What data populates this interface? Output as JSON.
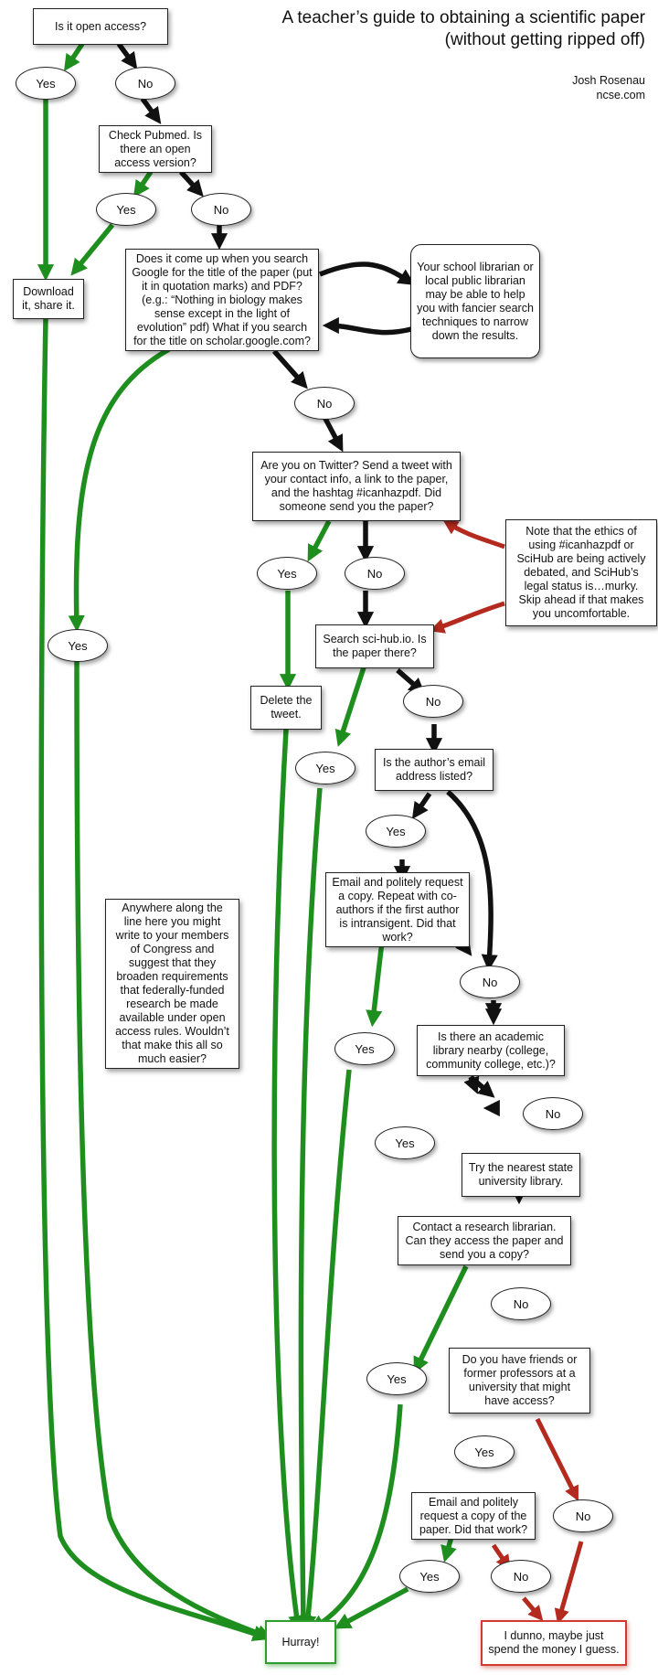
{
  "title": {
    "line1": "A teacher’s guide to obtaining a scientific paper",
    "line2": "(without getting ripped off)"
  },
  "byline": {
    "author": "Josh Rosenau",
    "site": "ncse.com"
  },
  "nodes": {
    "q_open": "Is it open access?",
    "yes1": "Yes",
    "no1": "No",
    "q_pubmed": "Check Pubmed. Is there an open access version?",
    "yes2": "Yes",
    "no2": "No",
    "download": "Download it, share it.",
    "q_google": "Does it come up when you search Google for the title of the paper (put it in quotation marks) and PDF? (e.g.: “Nothing in biology makes sense except in the light of evolution” pdf) What if you search for the title on scholar.google.com?",
    "librarian_note": "Your school librarian or local public librarian may be able to help you with fancier search techniques to narrow down the results.",
    "no3": "No",
    "yes3": "Yes",
    "q_twitter": "Are you on Twitter? Send a tweet with your contact info, a link to the paper, and the hashtag #icanhazpdf. Did someone send you the paper?",
    "ethics_note": "Note that the ethics of using #icanhazpdf or SciHub are being actively debated, and SciHub’s legal status is…murky. Skip ahead if that makes you uncomfortable.",
    "yes4": "Yes",
    "no4": "No",
    "q_scihub": "Search sci-hub.io. Is the paper there?",
    "delete_tweet": "Delete the tweet.",
    "no5": "No",
    "yes5": "Yes",
    "q_email_listed": "Is the author’s email address listed?",
    "yes6": "Yes",
    "q_email_request": "Email and politely request a copy. Repeat with co-authors if the first author is intransigent. Did that work?",
    "congress_note": "Anywhere along the line here you might write to your members of Congress and suggest that they broaden requirements that federally-funded research be made available under open access rules. Wouldn’t that make this all so much easier?",
    "no6": "No",
    "yes7": "Yes",
    "q_academic_library": "Is there an academic library nearby (college, community college, etc.)?",
    "no7": "No",
    "yes8": "Yes",
    "state_library": "Try the nearest state university library.",
    "q_research_librarian": "Contact a research librarian. Can they access the paper and send you a copy?",
    "no8": "No",
    "yes9": "Yes",
    "q_friends": "Do you have friends or former professors at a university that might have access?",
    "yes10": "Yes",
    "no9": "No",
    "q_email_friends": "Email and politely request a copy of the paper. Did that work?",
    "yes11": "Yes",
    "no10": "No",
    "hurray": "Hurray!",
    "spend": "I dunno, maybe just spend the money I guess."
  },
  "colors": {
    "yes_arrow": "#1e8f1e",
    "no_arrow": "#111111",
    "warn_arrow": "#b52a1e"
  }
}
